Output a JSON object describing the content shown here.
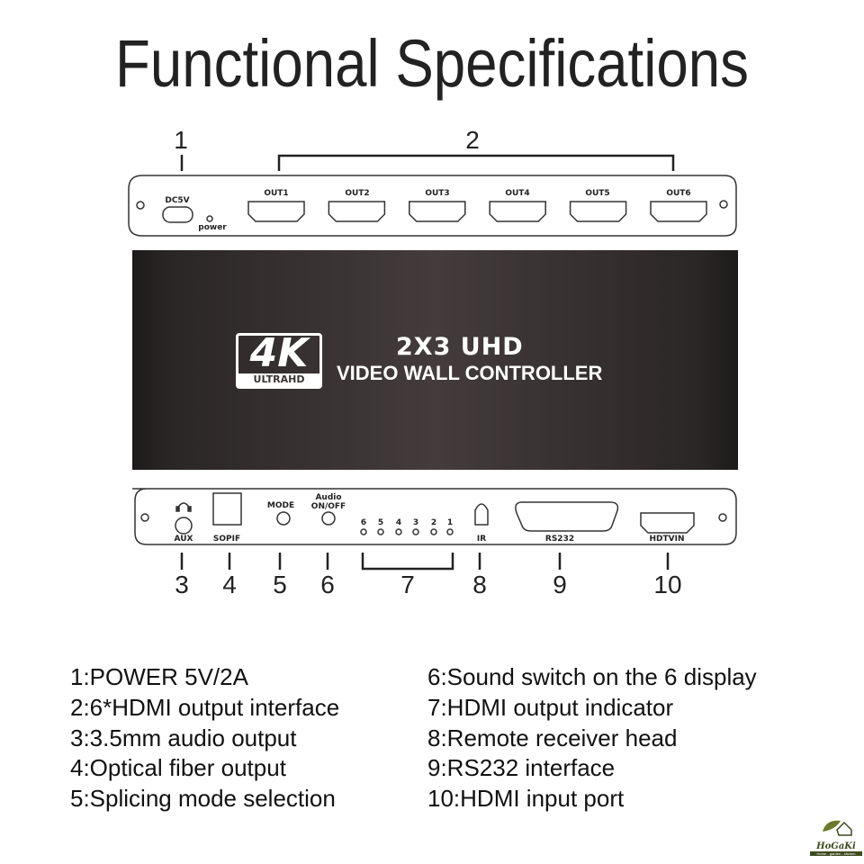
{
  "title": "Functional Specifications",
  "callouts_top": [
    "1",
    "2"
  ],
  "callouts_bottom": [
    "3",
    "4",
    "5",
    "6",
    "7",
    "8",
    "9",
    "10"
  ],
  "top_panel": {
    "power_label": "DC5V",
    "led_label": "power",
    "outputs": [
      "OUT1",
      "OUT2",
      "OUT3",
      "OUT4",
      "OUT5",
      "OUT6"
    ]
  },
  "device": {
    "logo_main": "4K",
    "logo_sub": "ULTRAHD",
    "model": "2X3 UHD",
    "name": "VIDEO WALL CONTROLLER"
  },
  "bottom_panel": {
    "aux": "AUX",
    "spdif": "SOPIF",
    "mode": "MODE",
    "audio_top": "Audio",
    "audio_bottom": "ON/OFF",
    "leds": [
      "6",
      "5",
      "4",
      "3",
      "2",
      "1"
    ],
    "ir": "IR",
    "rs232": "RS232",
    "hdmi_in": "HDTVIN"
  },
  "legend_left": [
    "1:POWER 5V/2A",
    "2:6*HDMI output interface",
    "3:3.5mm audio output",
    "4:Optical fiber output",
    "5:Splicing mode selection"
  ],
  "legend_right": [
    "6:Sound switch on the 6 display",
    "7:HDMI output indicator",
    "8:Remote receiver head",
    "9:RS232 interface",
    "10:HDMI input port"
  ],
  "watermark": {
    "name": "HoGaKi",
    "tagline": "Home - garden - kitchen",
    "color": "#3d4a1e"
  }
}
